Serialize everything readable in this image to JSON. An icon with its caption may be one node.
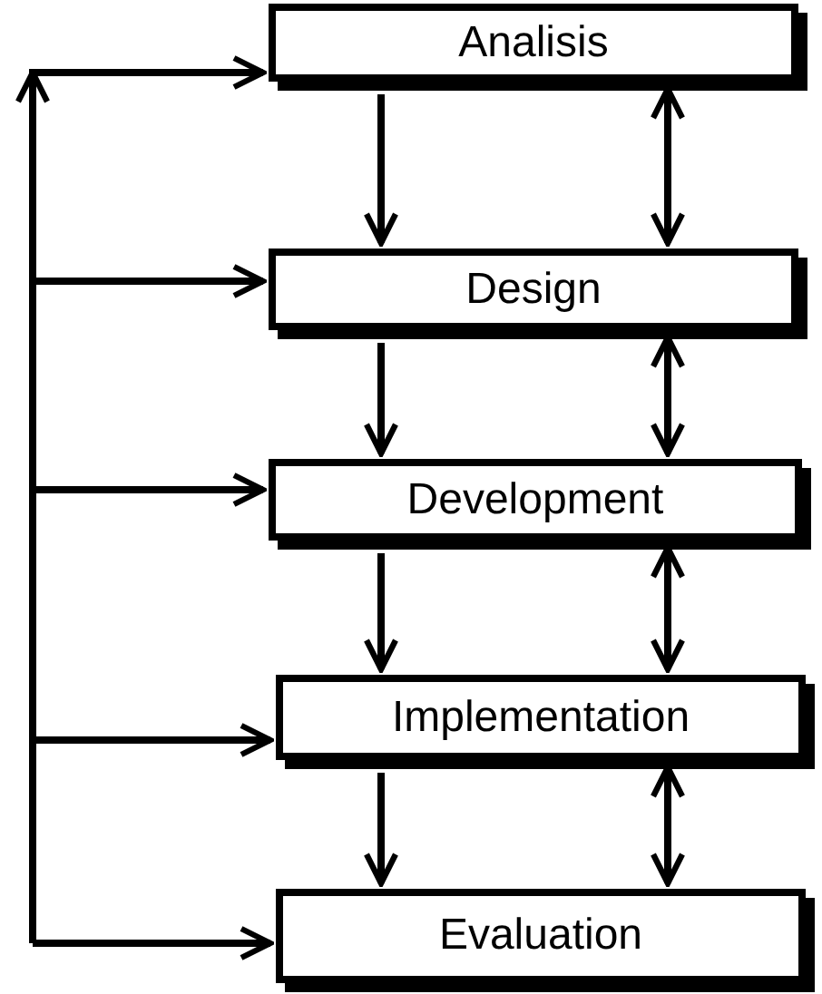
{
  "diagram": {
    "nodes": [
      {
        "text": [
          "Analisis"
        ]
      },
      {
        "text": [
          "Design"
        ]
      },
      {
        "text": [
          "Development"
        ]
      },
      {
        "text": [
          "Implementation"
        ]
      },
      {
        "text": [
          "Evaluation"
        ]
      }
    ],
    "edges": [
      {
        "from": 0,
        "to": 1,
        "arrow": "to"
      },
      {
        "from": 0,
        "to": 1,
        "arrow": "both"
      },
      {
        "from": 1,
        "to": 2,
        "arrow": "to"
      },
      {
        "from": 1,
        "to": 2,
        "arrow": "both"
      },
      {
        "from": 2,
        "to": 3,
        "arrow": "to"
      },
      {
        "from": 2,
        "to": 3,
        "arrow": "both"
      },
      {
        "from": 3,
        "to": 4,
        "arrow": "to"
      },
      {
        "from": 3,
        "to": 4,
        "arrow": "both"
      },
      {
        "from": null,
        "to": 0,
        "arrow": "to"
      },
      {
        "from": null,
        "to": 1,
        "arrow": "to"
      },
      {
        "from": null,
        "to": 2,
        "arrow": "to"
      },
      {
        "from": null,
        "to": 3,
        "arrow": "to"
      },
      {
        "from": null,
        "to": 4,
        "arrow": "to"
      }
    ]
  }
}
